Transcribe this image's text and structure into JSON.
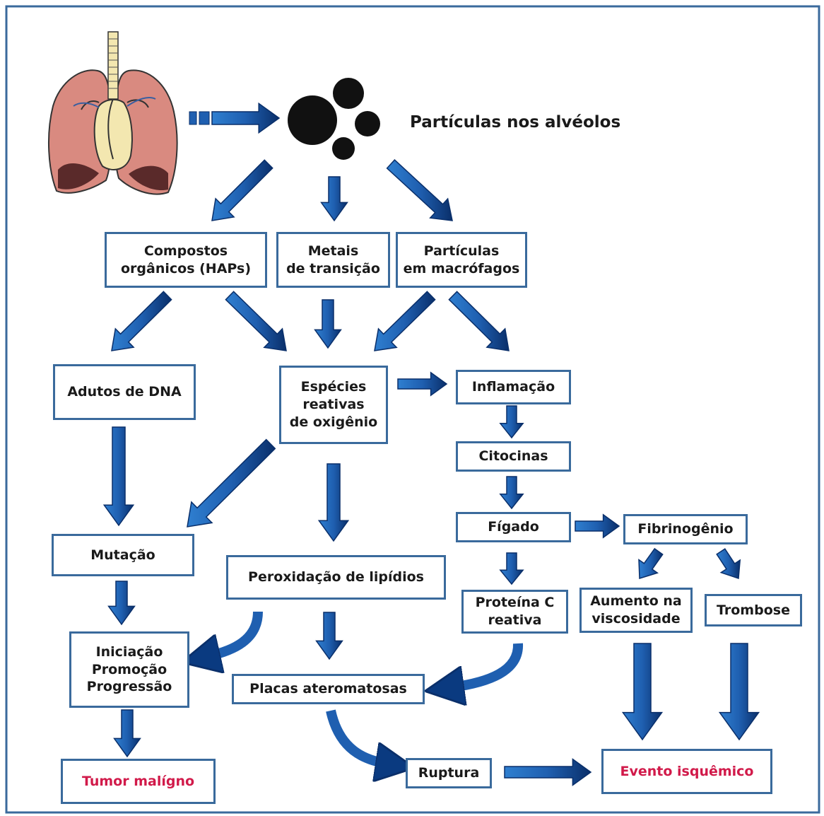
{
  "title": "Partículas nos alvéolos",
  "nodes": {
    "compostos": [
      "Compostos",
      "orgânicos (HAPs)"
    ],
    "metais": [
      "Metais",
      "de transição"
    ],
    "macrofagos": [
      "Partículas",
      "em macrófagos"
    ],
    "adutos": [
      "Adutos de DNA"
    ],
    "especies": [
      "Espécies",
      "reativas",
      "de oxigênio"
    ],
    "inflamacao": [
      "Inflamação"
    ],
    "citocinas": [
      "Citocinas"
    ],
    "figado": [
      "Fígado"
    ],
    "fibrinogenio": [
      "Fibrinogênio"
    ],
    "mutacao": [
      "Mutação"
    ],
    "peroxidacao": [
      "Peroxidação de lipídios"
    ],
    "proteina": [
      "Proteína C",
      "reativa"
    ],
    "viscosidade": [
      "Aumento na",
      "viscosidade"
    ],
    "trombose": [
      "Trombose"
    ],
    "iniciacao": [
      "Iniciação",
      "Promoção",
      "Progressão"
    ],
    "placas": [
      "Placas ateromatosas"
    ],
    "tumor": [
      "Tumor malígno"
    ],
    "ruptura": [
      "Ruptura"
    ],
    "evento": [
      "Evento isquêmico"
    ]
  },
  "colors": {
    "border": "#3a6a9c",
    "arrow_light": "#2f7fd0",
    "arrow_dark": "#0a2f6a",
    "highlight_text": "#d11a4a",
    "lung": "#d98a80",
    "particle": "#111111"
  }
}
